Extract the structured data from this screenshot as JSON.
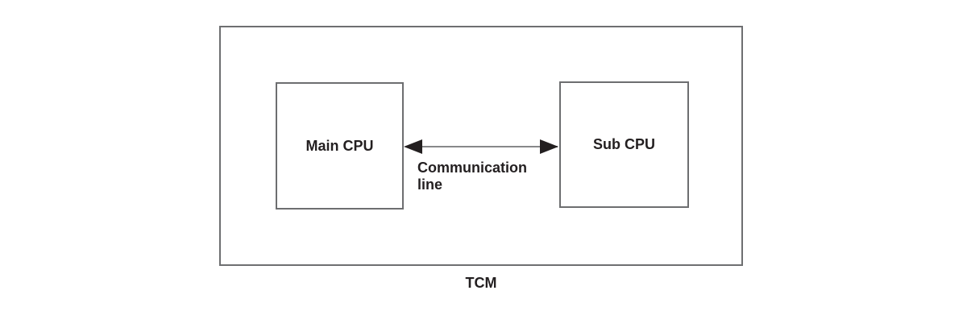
{
  "diagram": {
    "outer_label": "TCM",
    "nodes": [
      {
        "id": "main-cpu",
        "label": "Main CPU"
      },
      {
        "id": "sub-cpu",
        "label": "Sub CPU"
      }
    ],
    "connection": {
      "label": "Communication\nline",
      "arrow_style": "double-headed"
    }
  },
  "colors": {
    "background": "#ffffff",
    "outer_border": "#6e6f71",
    "node_border": "#6d6e70",
    "arrow_line": "#87888a",
    "arrow_head": "#231f20",
    "text": "#231f20"
  }
}
